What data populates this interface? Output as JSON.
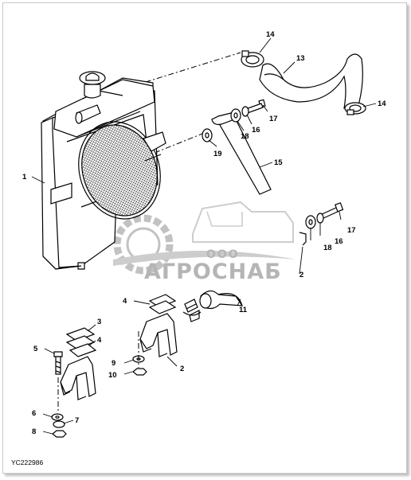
{
  "drawing_code": "YC222986",
  "watermark": {
    "top": "ООО",
    "main": "АГРОСНАБ"
  },
  "callouts": [
    {
      "id": "c1",
      "label": "1"
    },
    {
      "id": "c2a",
      "label": "2"
    },
    {
      "id": "c2b",
      "label": "2"
    },
    {
      "id": "c3",
      "label": "3"
    },
    {
      "id": "c4a",
      "label": "4"
    },
    {
      "id": "c4b",
      "label": "4"
    },
    {
      "id": "c5",
      "label": "5"
    },
    {
      "id": "c6",
      "label": "6"
    },
    {
      "id": "c7",
      "label": "7"
    },
    {
      "id": "c8",
      "label": "8"
    },
    {
      "id": "c9",
      "label": "9"
    },
    {
      "id": "c10",
      "label": "10"
    },
    {
      "id": "c11",
      "label": "11"
    },
    {
      "id": "c13",
      "label": "13"
    },
    {
      "id": "c14a",
      "label": "14"
    },
    {
      "id": "c14b",
      "label": "14"
    },
    {
      "id": "c15",
      "label": "15"
    },
    {
      "id": "c16a",
      "label": "16"
    },
    {
      "id": "c16b",
      "label": "16"
    },
    {
      "id": "c17a",
      "label": "17"
    },
    {
      "id": "c17b",
      "label": "17"
    },
    {
      "id": "c18a",
      "label": "18"
    },
    {
      "id": "c18b",
      "label": "18"
    },
    {
      "id": "c19",
      "label": "19"
    }
  ]
}
